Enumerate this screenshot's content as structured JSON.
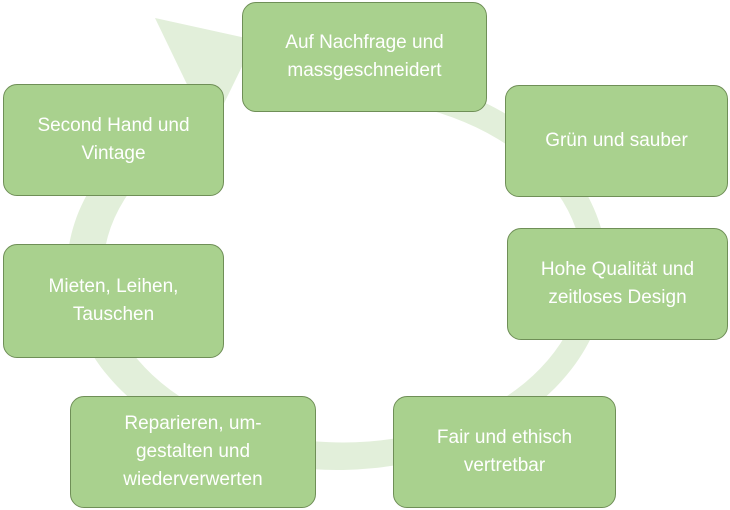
{
  "diagram": {
    "type": "cycle",
    "arrow_color": "#e2efda",
    "node_fill": "#a9d18e",
    "node_border": "#6f8f57",
    "node_text_color": "#ffffff",
    "nodes": [
      {
        "label": "Auf Nachfrage und\nmassgeschneidert"
      },
      {
        "label": "Grün und sauber"
      },
      {
        "label": "Hohe Qualität und\nzeitloses Design"
      },
      {
        "label": "Fair und ethisch\nvertretbar"
      },
      {
        "label": "Reparieren, um-\ngestalten und\nwiederverwerten"
      },
      {
        "label": "Mieten, Leihen,\nTauschen"
      },
      {
        "label": "Second Hand und\nVintage"
      }
    ]
  }
}
